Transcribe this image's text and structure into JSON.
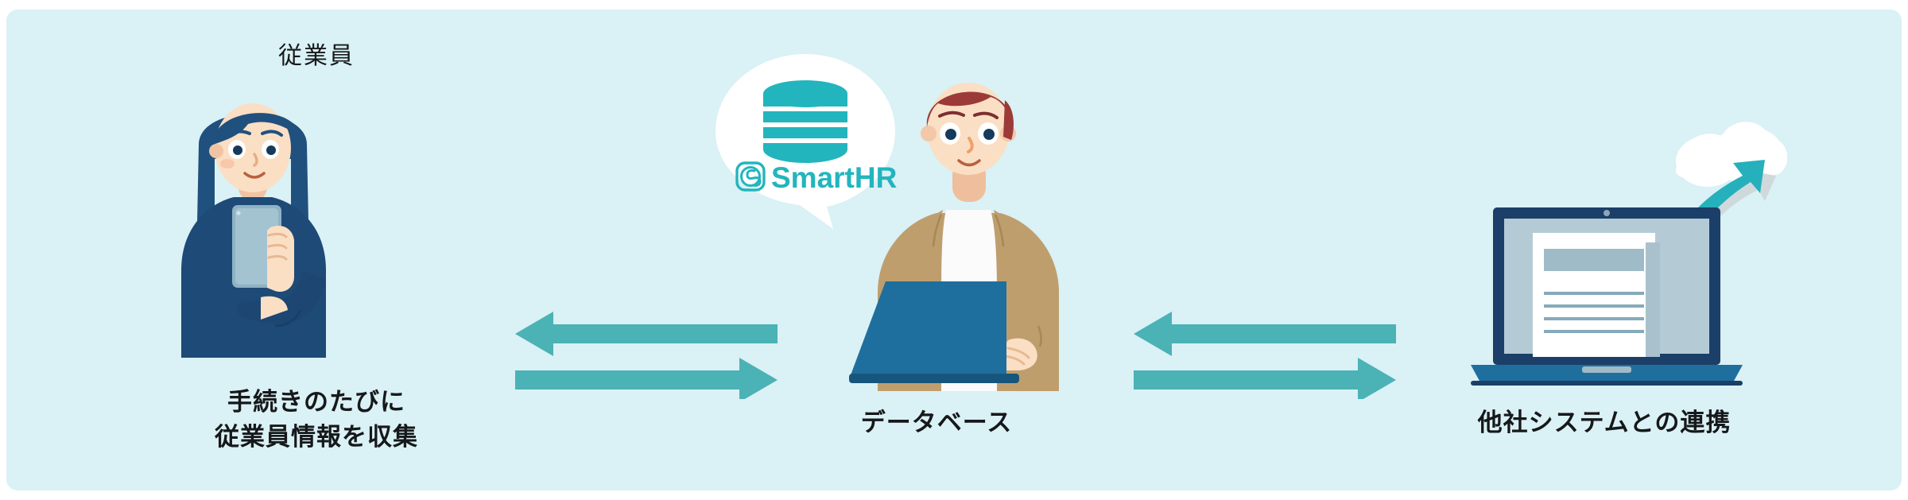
{
  "panel": {
    "background_color": "#daf1f5",
    "page_background_color": "#ffffff"
  },
  "colors": {
    "background": "#daf1f5",
    "arrow_teal": "#4bb2b6",
    "brand_teal": "#23b5bd",
    "navy": "#1d4f7c",
    "dark_navy": "#1b3f68",
    "skin": "#f7d3b5",
    "hair_red": "#9c3a3a",
    "blazer_tan": "#bf9e6e",
    "text": "#16181a",
    "white": "#ffffff"
  },
  "left_section": {
    "title": "従業員",
    "caption_line1": "手続きのたびに",
    "caption_line2": "従業員情報を収集",
    "illustration": "woman-holding-tablet"
  },
  "center_section": {
    "caption": "データベース",
    "bubble": {
      "icon": "database-cylinder-icon",
      "brand_mark": "smarthr-s-logomark",
      "brand_name": "SmartHR"
    },
    "illustration": "man-at-laptop"
  },
  "right_section": {
    "caption": "他社システムとの連携",
    "illustration": "laptop-with-document-and-cloud-upload"
  },
  "arrows": {
    "left_group": [
      {
        "direction": "left",
        "name": "arrow-database-to-employee"
      },
      {
        "direction": "right",
        "name": "arrow-employee-to-database"
      }
    ],
    "right_group": [
      {
        "direction": "left",
        "name": "arrow-external-to-database"
      },
      {
        "direction": "right",
        "name": "arrow-database-to-external"
      }
    ]
  }
}
